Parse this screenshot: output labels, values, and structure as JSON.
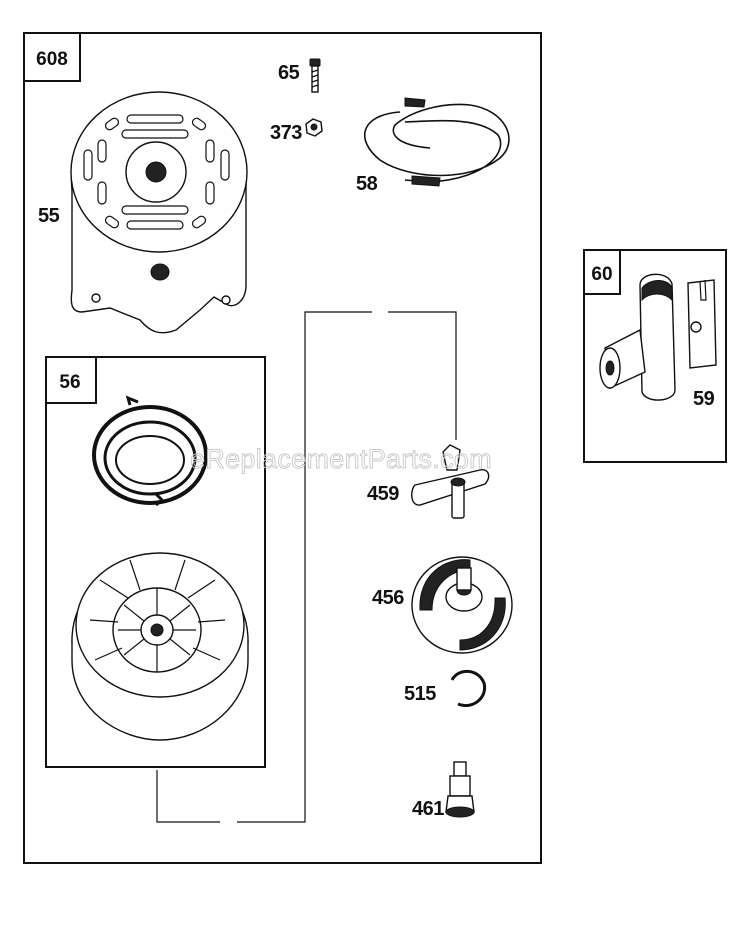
{
  "assembly_box": {
    "label": "608"
  },
  "sub_boxes": [
    {
      "label": "56"
    },
    {
      "label": "60"
    }
  ],
  "parts": [
    {
      "number": "65"
    },
    {
      "number": "373"
    },
    {
      "number": "58"
    },
    {
      "number": "55"
    },
    {
      "number": "459"
    },
    {
      "number": "456"
    },
    {
      "number": "515"
    },
    {
      "number": "461"
    },
    {
      "number": "59"
    }
  ],
  "watermark": "eReplacementParts.com"
}
